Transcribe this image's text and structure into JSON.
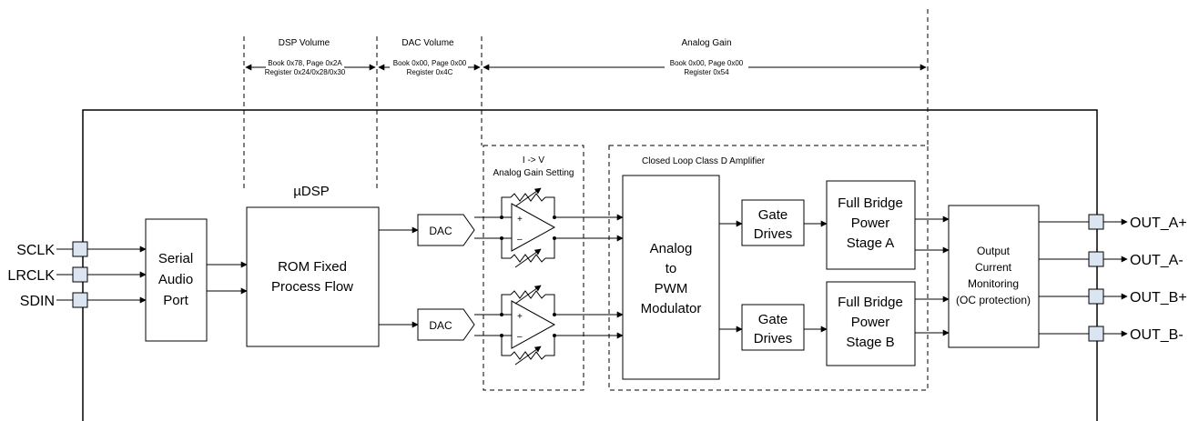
{
  "top_sections": {
    "dsp_volume": {
      "title": "DSP Volume",
      "line1": "Book 0x78, Page 0x2A",
      "line2": "Register 0x24/0x28/0x30"
    },
    "dac_volume": {
      "title": "DAC Volume",
      "line1": "Book 0x00, Page 0x00",
      "line2": "Register 0x4C"
    },
    "analog_gain": {
      "title": "Analog Gain",
      "line1": "Book 0x00, Page 0x00",
      "line2": "Register 0x54"
    }
  },
  "inputs": [
    "SCLK",
    "LRCLK",
    "SDIN"
  ],
  "outputs": [
    "OUT_A+",
    "OUT_A-",
    "OUT_B+",
    "OUT_B-"
  ],
  "blocks": {
    "serial_audio_port": [
      "Serial",
      "Audio",
      "Port"
    ],
    "udsp_title": "µDSP",
    "rom_process": [
      "ROM Fixed",
      "Process Flow"
    ],
    "dac": "DAC",
    "iv_title": [
      "I -> V",
      "Analog Gain Setting"
    ],
    "class_d_title": "Closed Loop Class D Amplifier",
    "pwm_modulator": [
      "Analog",
      "to",
      "PWM",
      "Modulator"
    ],
    "gate_drives": [
      "Gate",
      "Drives"
    ],
    "full_bridge_a": [
      "Full Bridge",
      "Power",
      "Stage A"
    ],
    "full_bridge_b": [
      "Full Bridge",
      "Power",
      "Stage B"
    ],
    "output_monitor": [
      "Output",
      "Current",
      "Monitoring",
      "(OC protection)"
    ]
  },
  "opamp_signs": {
    "plus": "+",
    "minus": "–"
  }
}
